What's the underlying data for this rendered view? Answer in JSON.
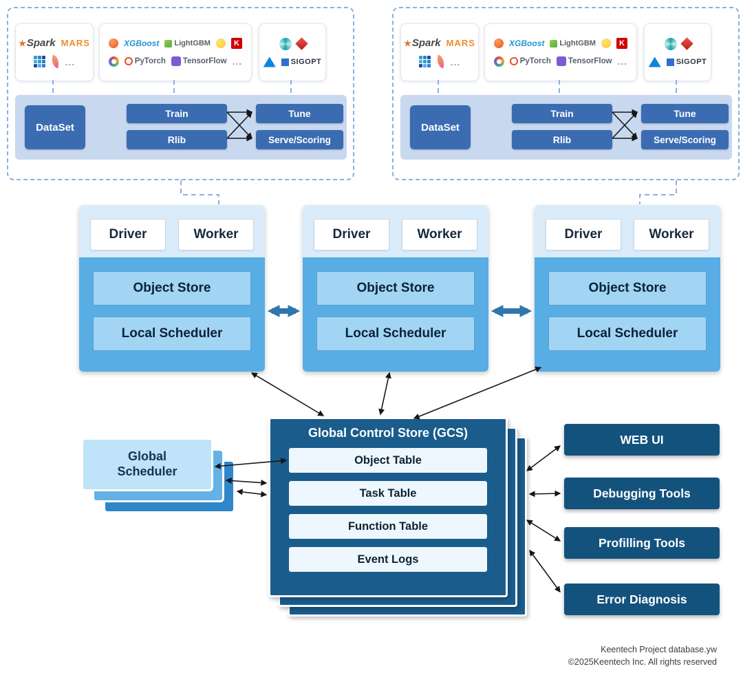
{
  "palette": {
    "cluster_border": "#8ab0e4",
    "pipeline_panel": "#c8d9ef",
    "pipeline_button": "#3b6cb2",
    "node_header": "#daecfa",
    "node_body": "#58ade4",
    "node_inner_box": "#a2d4f4",
    "thick_arrow": "#2e77ab",
    "gcs_panel": "#1a5c8c",
    "gcs_row": "#eef7fd",
    "tool_box": "#14527e",
    "scheduler_card": "#bfe3f8"
  },
  "icons": {
    "spark_star": "★"
  },
  "logos": {
    "spark": "Spark",
    "mars": "MARS",
    "ellipsis": "...",
    "xgboost": "XGBoost",
    "lightgbm": "LightGBM",
    "keras": "K",
    "pytorch": "PyTorch",
    "tensorflow": "TensorFlow",
    "sigopt": "SIGOPT"
  },
  "cluster": {
    "dataset": "DataSet",
    "train": "Train",
    "rlib": "Rlib",
    "tune": "Tune",
    "serve": "Serve/Scoring"
  },
  "node": {
    "driver": "Driver",
    "worker": "Worker",
    "object_store": "Object Store",
    "local_scheduler": "Local Scheduler"
  },
  "scheduler": {
    "label": "Global Scheduler"
  },
  "gcs": {
    "title": "Global Control Store (GCS)",
    "rows": [
      "Object Table",
      "Task Table",
      "Function Table",
      "Event Logs"
    ]
  },
  "tools": [
    "WEB UI",
    "Debugging Tools",
    "Profilling Tools",
    "Error Diagnosis"
  ],
  "footer": {
    "line1": "Keentech Project database.yw",
    "line2": "©2025Keentech Inc. All rights reserved"
  }
}
